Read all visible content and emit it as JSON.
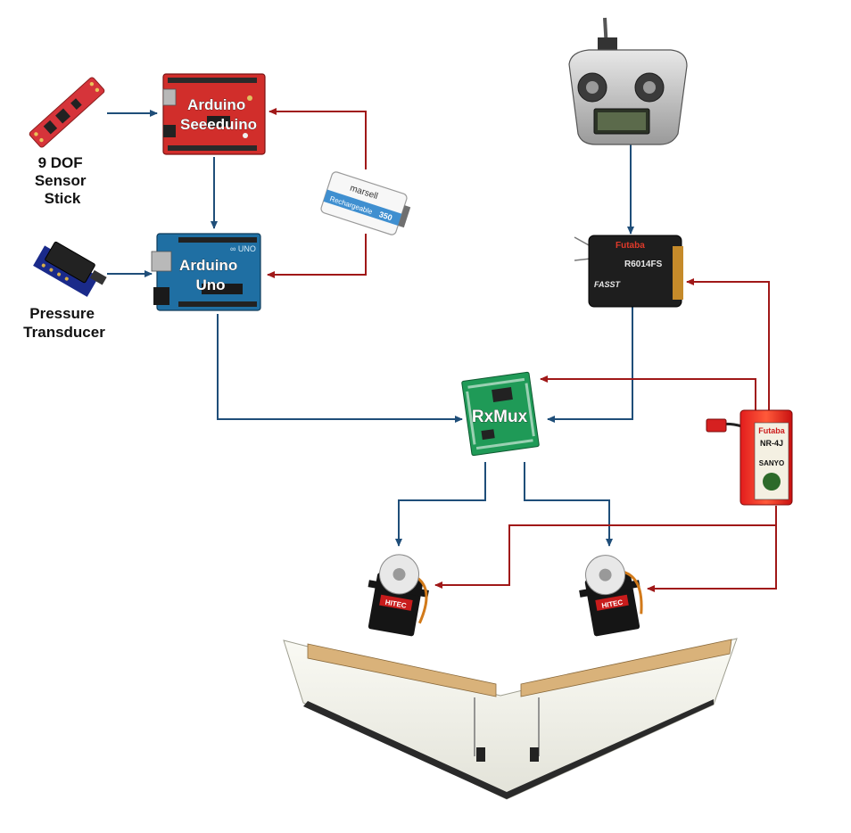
{
  "components": {
    "sensor_stick": {
      "label_lines": [
        "9 DOF",
        "Sensor",
        "Stick"
      ]
    },
    "seeeduino": {
      "label_lines": [
        "Arduino",
        "Seeeduino"
      ]
    },
    "arduino_uno": {
      "label_lines": [
        "Arduino",
        "Uno"
      ]
    },
    "pressure_transducer": {
      "label_lines": [
        "Pressure",
        "Transducer"
      ]
    },
    "nine_volt_battery": {
      "brand": "marsell",
      "text": "Rechargeable",
      "rating": "350"
    },
    "rc_transmitter": {},
    "receiver": {
      "brand": "Futaba",
      "model": "R6014FS",
      "tag": "FASST"
    },
    "rxmux": {
      "label": "RxMux"
    },
    "receiver_battery": {
      "brand": "Futaba",
      "model": "NR-4J",
      "maker": "SANYO"
    },
    "servo_left": {
      "brand": "HITEC"
    },
    "servo_right": {
      "brand": "HITEC"
    },
    "flying_wing": {}
  },
  "colors": {
    "signal_line": "#1f4e79",
    "power_line": "#a01818"
  }
}
